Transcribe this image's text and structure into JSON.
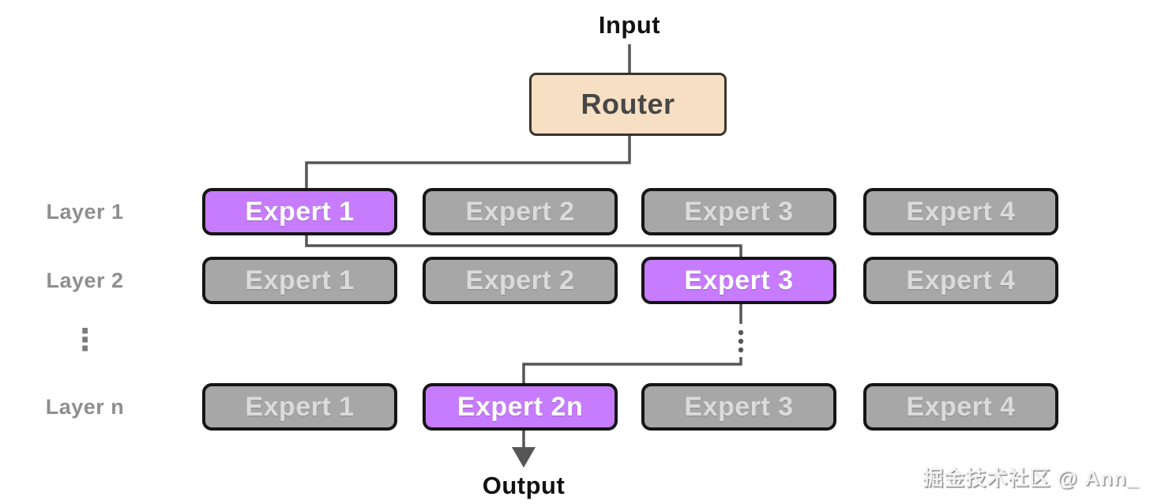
{
  "colors": {
    "accent_purple": "#c67cfc",
    "box_gray": "#a7a7a7",
    "box_border": "#151515",
    "router_fill": "#f7dfc3",
    "router_border": "#3b332b",
    "router_text": "#474747",
    "line": "#565656",
    "label_gray": "#8f8f8f",
    "expert_text": "#ffffff",
    "expert_text_gray": "#dbdbdb"
  },
  "input_label": "Input",
  "router_label": "Router",
  "output_label": "Output",
  "ellipsis": "⋮",
  "layers": [
    {
      "label": "Layer 1",
      "experts": [
        {
          "label": "Expert 1",
          "highlighted": true
        },
        {
          "label": "Expert 2",
          "highlighted": false
        },
        {
          "label": "Expert 3",
          "highlighted": false
        },
        {
          "label": "Expert 4",
          "highlighted": false
        }
      ]
    },
    {
      "label": "Layer 2",
      "experts": [
        {
          "label": "Expert 1",
          "highlighted": false
        },
        {
          "label": "Expert 2",
          "highlighted": false
        },
        {
          "label": "Expert 3",
          "highlighted": true
        },
        {
          "label": "Expert 4",
          "highlighted": false
        }
      ]
    },
    {
      "label": "Layer n",
      "experts": [
        {
          "label": "Expert 1",
          "highlighted": false
        },
        {
          "label": "Expert 2n",
          "highlighted": true
        },
        {
          "label": "Expert 3",
          "highlighted": false
        },
        {
          "label": "Expert 4",
          "highlighted": false
        }
      ]
    }
  ],
  "watermark": "掘金技术社区 @ Ann_"
}
